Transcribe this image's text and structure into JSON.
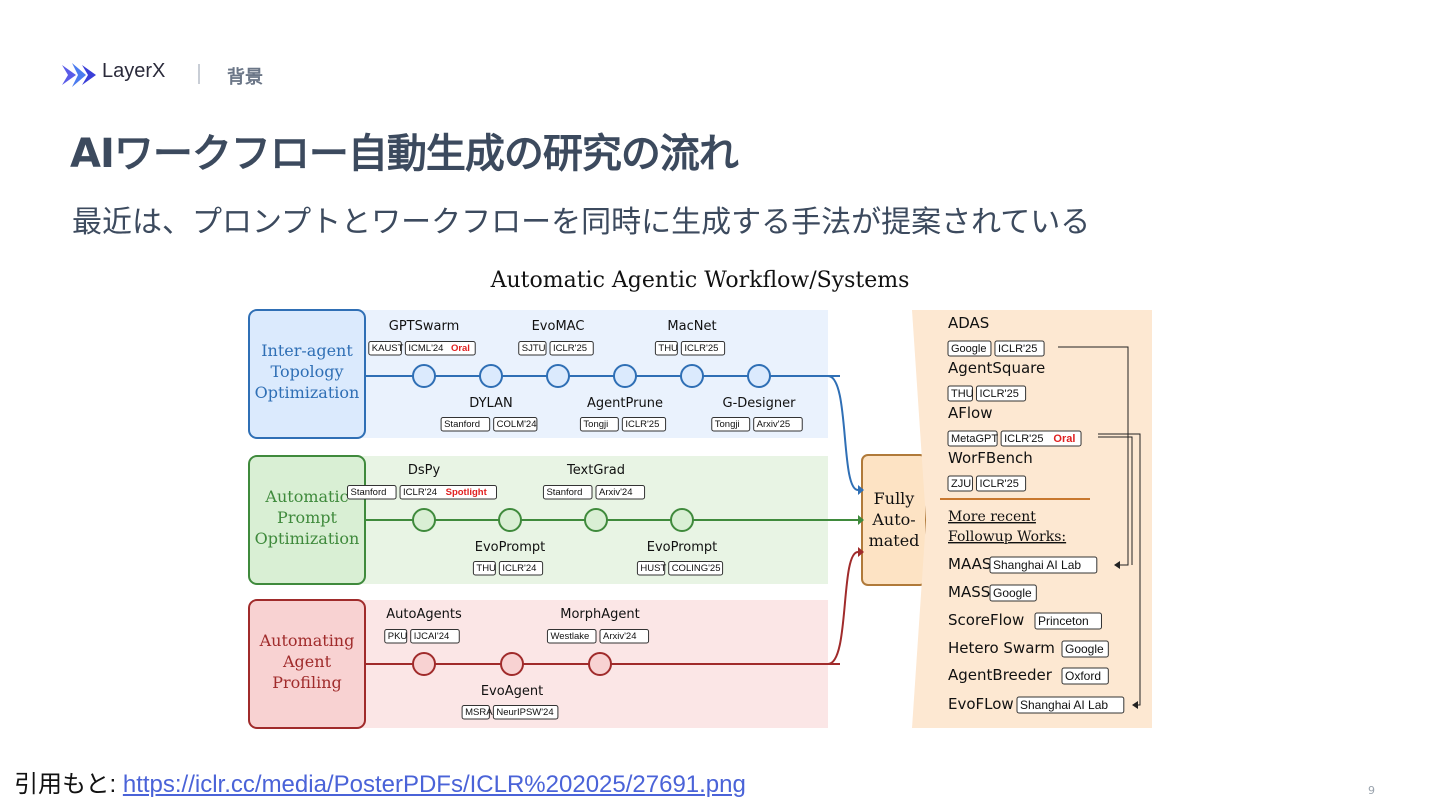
{
  "header": {
    "brand": "LayerX",
    "section": "背景"
  },
  "title": "AIワークフロー自動生成の研究の流れ",
  "subtitle": "最近は、プロンプトとワークフローを同時に生成する手法が提案されている",
  "diagram": {
    "title": "Automatic Agentic Workflow/Systems",
    "rows": [
      {
        "label": [
          "Inter-agent",
          "Topology",
          "Optimization"
        ],
        "color": "#2f6fb5",
        "fill": "#dbeafd",
        "band": "#eaf2fd",
        "nodes": [
          {
            "name": "GPTSwarm",
            "pos": "top",
            "tags": [
              "KAUST",
              "ICML'24 ",
              "Oral"
            ],
            "hl": 2
          },
          {
            "name": "DYLAN",
            "pos": "bottom",
            "tags": [
              "Stanford",
              "COLM'24"
            ],
            "hl": -1
          },
          {
            "name": "EvoMAC",
            "pos": "top",
            "tags": [
              "SJTU",
              "ICLR'25"
            ],
            "hl": -1
          },
          {
            "name": "AgentPrune",
            "pos": "bottom",
            "tags": [
              "Tongji",
              "ICLR'25"
            ],
            "hl": -1
          },
          {
            "name": "MacNet",
            "pos": "top",
            "tags": [
              "THU",
              "ICLR'25"
            ],
            "hl": -1
          },
          {
            "name": "G-Designer",
            "pos": "bottom",
            "tags": [
              "Tongji",
              "Arxiv'25"
            ],
            "hl": -1
          }
        ]
      },
      {
        "label": [
          "Automatic",
          "Prompt",
          "Optimization"
        ],
        "color": "#3f8a3c",
        "fill": "#d9efd4",
        "band": "#e8f4e4",
        "nodes": [
          {
            "name": "DsPy",
            "pos": "top",
            "tags": [
              "Stanford",
              "ICLR'24 ",
              "Spotlight"
            ],
            "hl": 2
          },
          {
            "name": "EvoPrompt",
            "pos": "bottom",
            "tags": [
              "THU",
              "ICLR'24"
            ],
            "hl": -1
          },
          {
            "name": "TextGrad",
            "pos": "top",
            "tags": [
              "Stanford",
              "Arxiv'24"
            ],
            "hl": -1
          },
          {
            "name": "EvoPrompt",
            "pos": "bottom",
            "tags": [
              "HUST",
              "COLING'25"
            ],
            "hl": -1
          }
        ]
      },
      {
        "label": [
          "Automating",
          "Agent",
          "Profiling"
        ],
        "color": "#a02b2b",
        "fill": "#f8d2d2",
        "band": "#fbe6e6",
        "nodes": [
          {
            "name": "AutoAgents",
            "pos": "top",
            "tags": [
              "PKU",
              "IJCAI'24"
            ],
            "hl": -1
          },
          {
            "name": "EvoAgent",
            "pos": "bottom",
            "tags": [
              "MSRA",
              "NeurIPSW'24"
            ],
            "hl": -1
          },
          {
            "name": "MorphAgent",
            "pos": "top",
            "tags": [
              "Westlake",
              "Arxiv'24"
            ],
            "hl": -1
          }
        ]
      }
    ],
    "center": [
      "Fully",
      "Auto-",
      "mated"
    ],
    "right_items": [
      {
        "name": "ADAS",
        "tags": [
          "Google",
          "ICLR'25"
        ],
        "hl": -1
      },
      {
        "name": "AgentSquare",
        "tags": [
          "THU",
          "ICLR'25"
        ],
        "hl": -1
      },
      {
        "name": "AFlow",
        "tags": [
          "MetaGPT",
          "ICLR'25 ",
          "Oral"
        ],
        "hl": 2
      },
      {
        "name": "WorFBench",
        "tags": [
          "ZJU",
          "ICLR'25"
        ],
        "hl": -1
      }
    ],
    "more_recent": [
      "More recent",
      "Followup Works:"
    ],
    "followups": [
      {
        "name": "MAAS",
        "tag": "Shanghai AI Lab"
      },
      {
        "name": "MASS",
        "tag": "Google"
      },
      {
        "name": "ScoreFlow",
        "tag": "Princeton"
      },
      {
        "name": "Hetero Swarm",
        "tag": "Google"
      },
      {
        "name": "AgentBreeder",
        "tag": "Oxford"
      },
      {
        "name": "EvoFLow",
        "tag": "Shanghai AI Lab"
      }
    ],
    "colors": {
      "center_fill": "#fde3c4",
      "center_border": "#b07a3a",
      "right_band": "#fde8d2",
      "divider": "#c8782f",
      "highlight": "#e02020"
    }
  },
  "citation": {
    "prefix": "引用もと: ",
    "url": "https://iclr.cc/media/PosterPDFs/ICLR%202025/27691.png"
  },
  "page_number": "9"
}
